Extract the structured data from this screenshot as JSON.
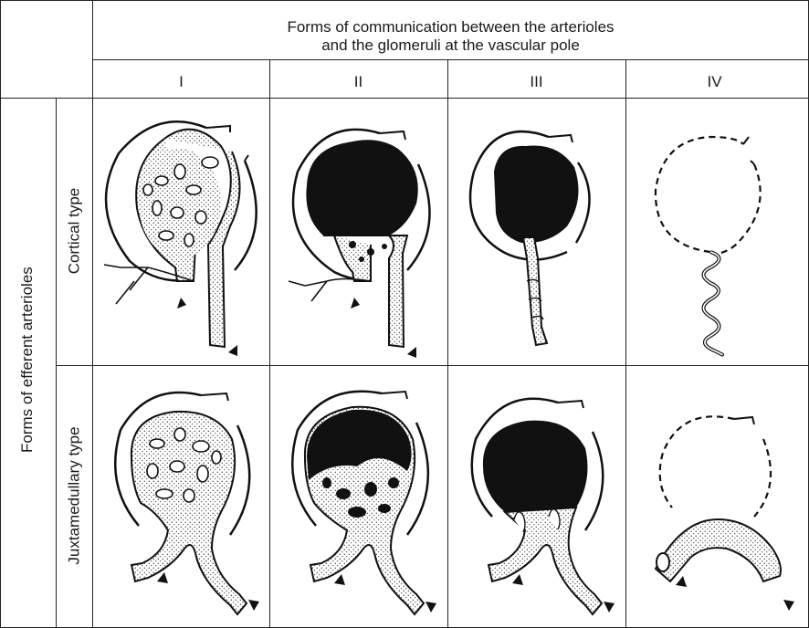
{
  "header": {
    "line1": "Forms of communication between the arterioles",
    "line2": "and the glomeruli at the vascular pole"
  },
  "columns": [
    "I",
    "II",
    "III",
    "IV"
  ],
  "row_group_label": "Forms of efferent arterioles",
  "rows": [
    "Cortical type",
    "Juxtamedullary type"
  ]
}
